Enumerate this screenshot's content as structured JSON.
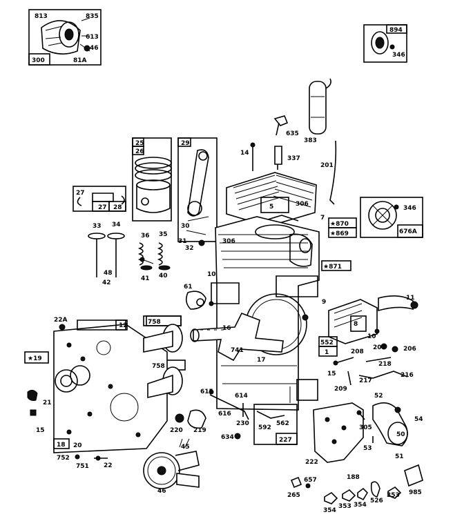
{
  "diagram": {
    "callouts": {
      "c813": "813",
      "c835": "835",
      "c613": "613",
      "c46a": "46",
      "c300": "300",
      "c81a": "81A",
      "c894": "894",
      "c346a": "346",
      "c635": "635",
      "c383": "383",
      "c337": "337",
      "c14": "14",
      "c201": "201",
      "c25": "25",
      "c26": "26",
      "c29": "29",
      "c27a": "27",
      "c27b": "27",
      "c28": "28",
      "c5": "5",
      "c306a": "306",
      "c7": "7",
      "c870": "★870",
      "c869": "★869",
      "c346b": "346",
      "c676a": "676A",
      "c33": "33",
      "c34": "34",
      "c48": "48",
      "c42": "42",
      "c36": "36",
      "c35": "35",
      "c41": "41",
      "c40": "40",
      "c30": "30",
      "c31": "31",
      "c32": "32",
      "c306b": "306",
      "c871": "★871",
      "c10a": "10",
      "c61": "61",
      "c11": "11",
      "c9": "9",
      "c8": "8",
      "c10b": "10",
      "c22a": "22A",
      "c12": "12",
      "c758a": "758",
      "c16": "16",
      "c741": "741",
      "c17": "17",
      "c552": "552",
      "c1": "1",
      "c208": "208",
      "c207": "207",
      "c206": "206",
      "c19": "★19",
      "c218": "218",
      "c758b": "758",
      "c15a": "15",
      "c217": "217",
      "c216": "216",
      "c209": "209",
      "c21": "21",
      "c15b": "15",
      "c18": "18",
      "c20": "20",
      "c615": "615",
      "c614": "614",
      "c616": "616",
      "c230": "230",
      "c592": "592",
      "c562": "562",
      "c227": "227",
      "c220": "220",
      "c219": "219",
      "c634": "634",
      "c52": "52",
      "c54": "54",
      "c305": "305",
      "c50": "50",
      "c53": "53",
      "c51": "51",
      "c45": "45",
      "c752": "752",
      "c751": "751",
      "c22b": "22",
      "c222": "222",
      "c188": "188",
      "c657": "657",
      "c265": "265",
      "c46b": "46",
      "c354a": "354",
      "c353a": "353",
      "c354b": "354",
      "c526": "526",
      "c353b": "353",
      "c985": "985"
    }
  }
}
